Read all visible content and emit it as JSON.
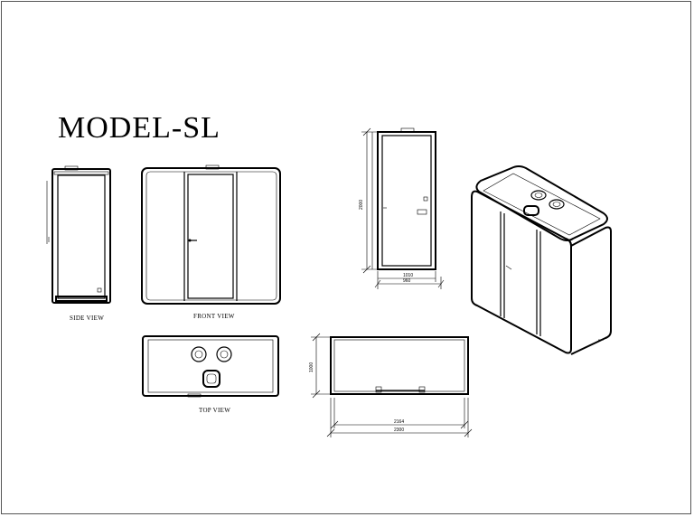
{
  "title": "MODEL-SL",
  "views": {
    "side": "SIDE VIEW",
    "front": "FRONT VIEW",
    "top": "TOP VIEW"
  },
  "dimensions": {
    "door_height": "2000",
    "door_width_outer": "1010",
    "door_width_inner": "960",
    "depth": "1000",
    "inner_width": "2164",
    "overall_width": "2300"
  }
}
